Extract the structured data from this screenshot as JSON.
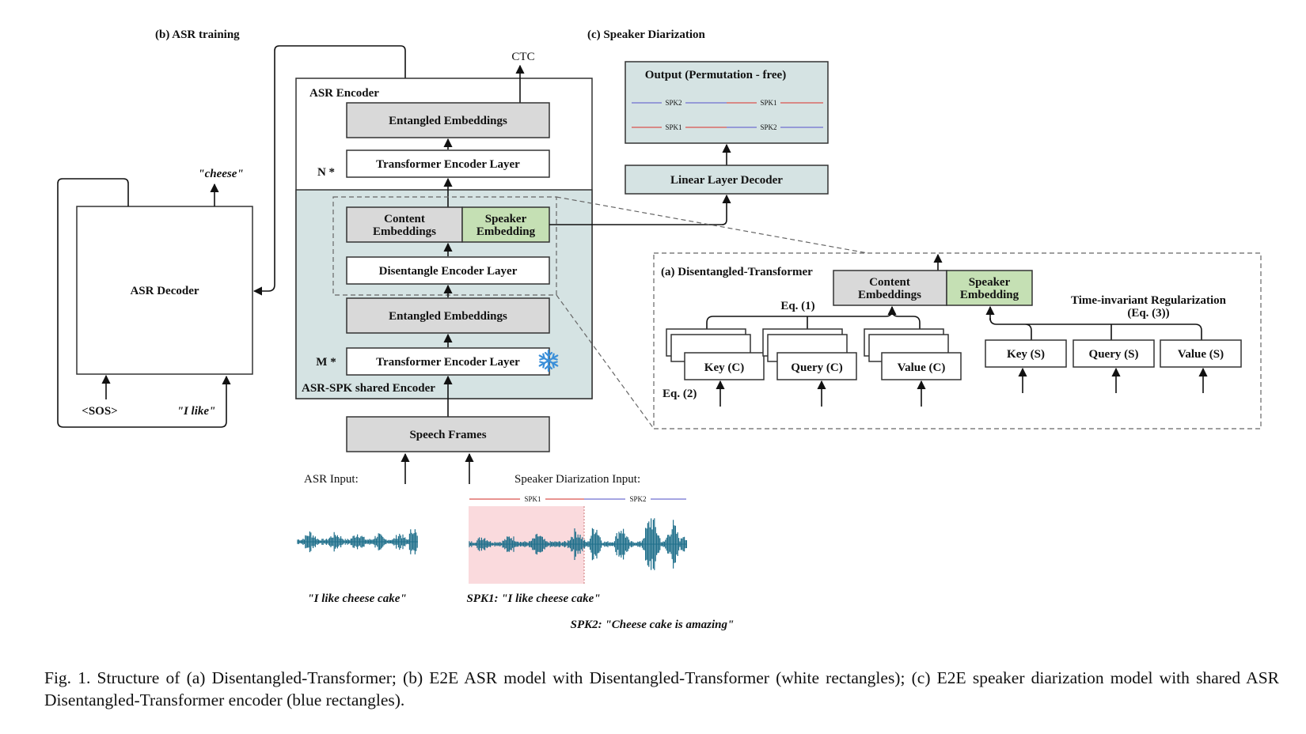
{
  "sections": {
    "asr_training": "(b) ASR training",
    "speaker_diarization": "(c) Speaker Diarization",
    "disentangled_transformer": "(a) Disentangled-Transformer"
  },
  "asr_decoder": {
    "label": "ASR Decoder",
    "output": "\"cheese\"",
    "input_sos": "<SOS>",
    "input_prev": "\"I like\""
  },
  "asr_encoder": {
    "title": "ASR Encoder",
    "ctc": "CTC",
    "entangled_top": "Entangled Embeddings",
    "n_label": "N *",
    "transformer_top": "Transformer Encoder Layer",
    "content_l1": "Content",
    "content_l2": "Embeddings",
    "speaker_l1": "Speaker",
    "speaker_l2": "Embedding",
    "disentangle_layer": "Disentangle Encoder Layer",
    "entangled_bottom": "Entangled Embeddings",
    "m_label": "M *",
    "transformer_bottom": "Transformer Encoder Layer",
    "shared_label": "ASR-SPK shared Encoder",
    "speech_frames": "Speech Frames"
  },
  "inputs": {
    "asr_input": "ASR Input:",
    "spk_input": "Speaker Diarization Input:",
    "asr_transcript": "\"I like cheese cake\"",
    "spk1_transcript": "SPK1: \"I like cheese cake\"",
    "spk2_transcript": "SPK2: \"Cheese cake is amazing\"",
    "seg_spk1": "SPK1",
    "seg_spk2": "SPK2"
  },
  "diarization": {
    "output_title": "Output (Permutation - free)",
    "row1_a": "SPK2",
    "row1_b": "SPK1",
    "row2_a": "SPK1",
    "row2_b": "SPK2",
    "decoder": "Linear Layer Decoder"
  },
  "disentangled": {
    "content_l1": "Content",
    "content_l2": "Embeddings",
    "speaker_l1": "Speaker",
    "speaker_l2": "Embedding",
    "eq1": "Eq. (1)",
    "eq2": "Eq. (2)",
    "regularization_l1": "Time-invariant Regularization",
    "regularization_l2": "(Eq. (3))",
    "key_c": "Key (C)",
    "query_c": "Query (C)",
    "value_c": "Value (C)",
    "key_s": "Key (S)",
    "query_s": "Query (S)",
    "value_s": "Value (S)"
  },
  "colors": {
    "gray_box": "#d9d9d9",
    "speaker_green": "#c5e0b4",
    "shared_blue": "#d5e3e3",
    "spk1_red": "#d9534f",
    "spk2_blue": "#6f6fd0",
    "waveform": "#1f6f8b",
    "highlight_pink": "#fadadd"
  },
  "caption": "Fig. 1.  Structure of (a) Disentangled-Transformer; (b) E2E ASR model with Disentangled-Transformer (white rectangles); (c) E2E speaker diarization model with shared ASR Disentangled-Transformer encoder (blue rectangles)."
}
